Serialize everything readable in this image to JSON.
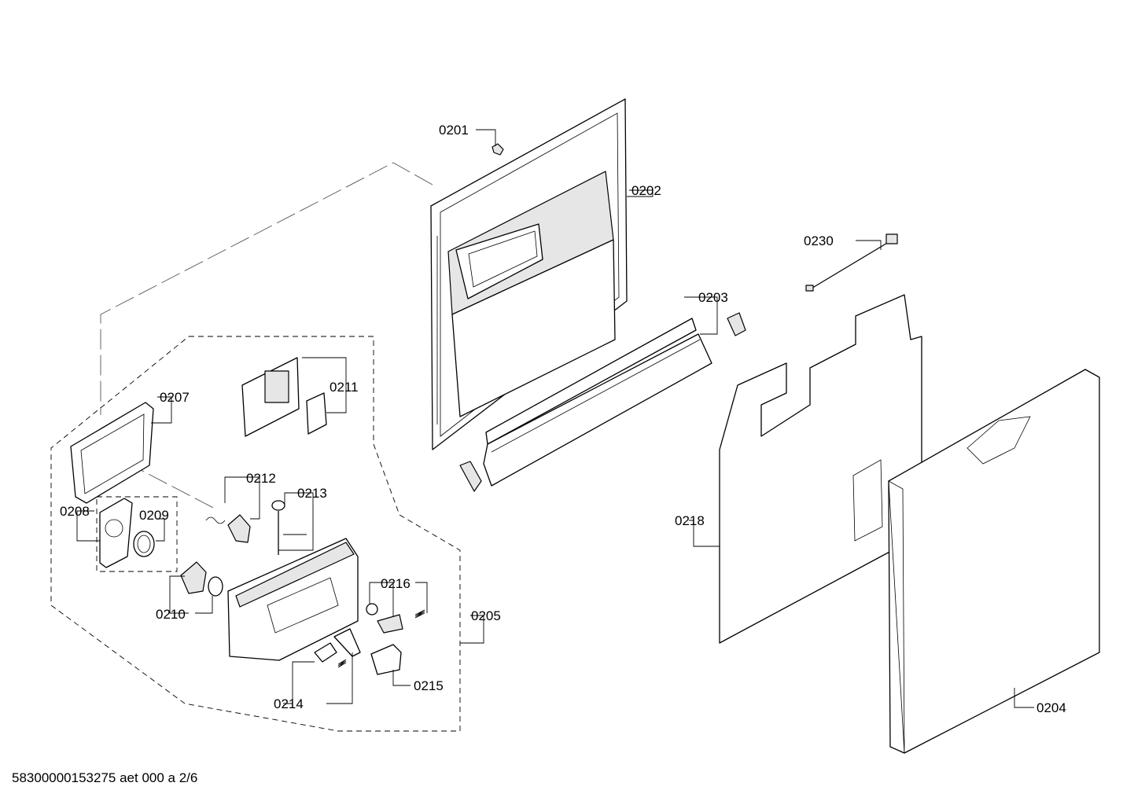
{
  "diagram": {
    "callouts": {
      "c0201": "0201",
      "c0202": "0202",
      "c0203": "0203",
      "c0204": "0204",
      "c0205": "0205",
      "c0207": "0207",
      "c0208": "0208",
      "c0209": "0209",
      "c0210": "0210",
      "c0211": "0211",
      "c0212": "0212",
      "c0213": "0213",
      "c0214": "0214",
      "c0215": "0215",
      "c0216": "0216",
      "c0218": "0218",
      "c0230": "0230"
    }
  },
  "footer": {
    "drawing_id": "58300000153275 aet 000 a 2/6"
  }
}
